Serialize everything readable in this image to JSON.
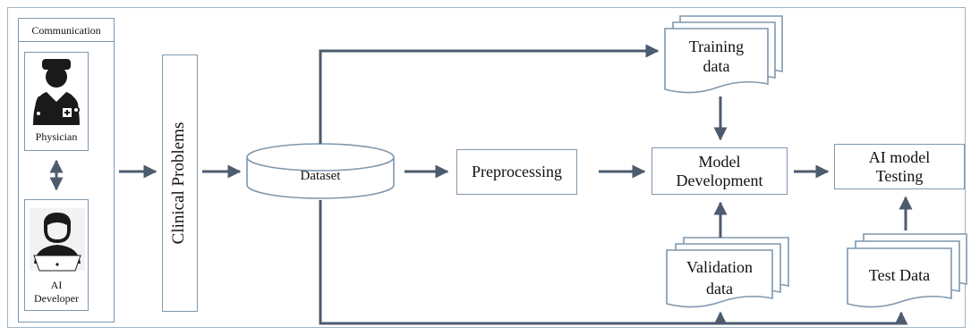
{
  "communication": {
    "title": "Communication",
    "physician_label": "Physician",
    "developer_label_line1": "AI",
    "developer_label_line2": "Developer"
  },
  "clinical_problems": "Clinical Problems",
  "dataset": "Dataset",
  "preprocessing": "Preprocessing",
  "model_development": {
    "line1": "Model",
    "line2": "Development"
  },
  "ai_model_testing": {
    "line1": "AI model",
    "line2": "Testing"
  },
  "training_data": {
    "line1": "Training",
    "line2": "data"
  },
  "validation_data": {
    "line1": "Validation",
    "line2": "data"
  },
  "test_data": "Test Data",
  "colors": {
    "border": "#7f97ad",
    "arrow": "#4d5b6e",
    "icon": "#1a1a1a"
  }
}
